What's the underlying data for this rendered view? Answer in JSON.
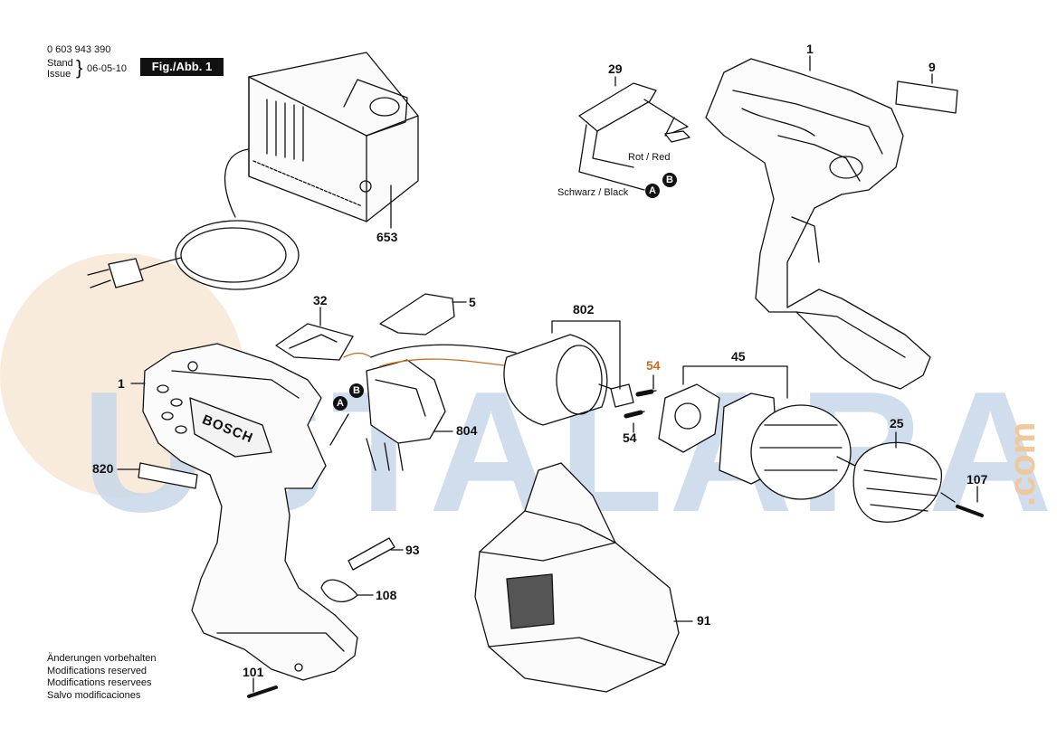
{
  "header": {
    "part_number": "0 603 943 390",
    "stand_label": "Stand",
    "issue_label": "Issue",
    "date": "06-05-10",
    "figure_label": "Fig./Abb. 1"
  },
  "brand": "BOSCH",
  "watermark": {
    "text": "USTALARA",
    "suffix": ".com"
  },
  "wires": {
    "red": "Rot / Red",
    "black": "Schwarz / Black",
    "marker_a": "A",
    "marker_b": "B"
  },
  "callouts": {
    "c1_left": "1",
    "c1_right": "1",
    "c9": "9",
    "c29": "29",
    "c653": "653",
    "c32": "32",
    "c5": "5",
    "c802": "802",
    "c54_top": "54",
    "c54_bottom": "54",
    "c45": "45",
    "c25": "25",
    "c107": "107",
    "c804": "804",
    "c820": "820",
    "c93": "93",
    "c108": "108",
    "c91": "91",
    "c101": "101"
  },
  "notes": [
    "Änderungen vorbehalten",
    "Modifications reserved",
    "Modifications reservees",
    "Salvo modificaciones"
  ],
  "colors": {
    "line": "#111111",
    "watermark_orange": "#f2dcc0",
    "watermark_blue": "#c8d8ea",
    "highlight": "#c9701f"
  }
}
